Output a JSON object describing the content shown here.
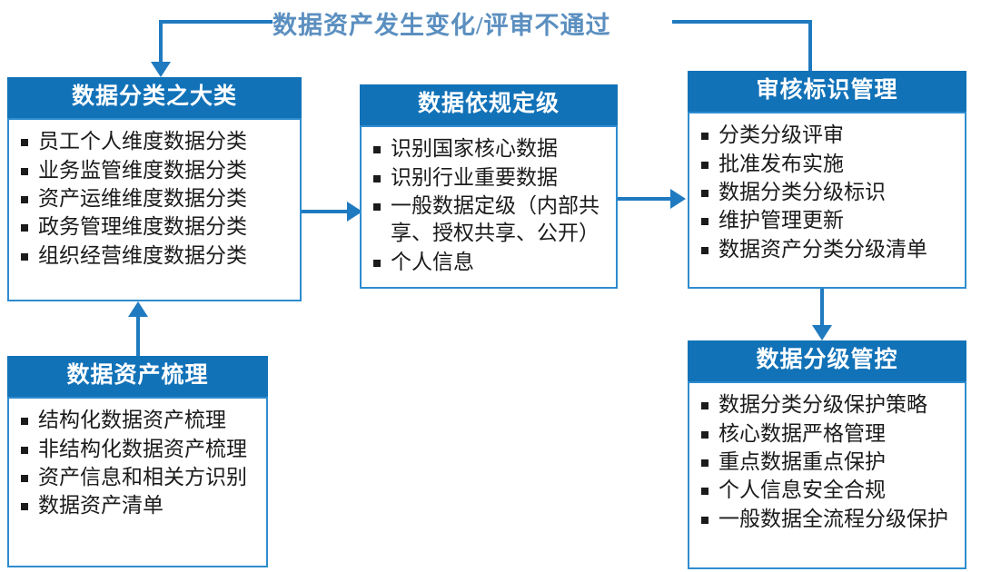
{
  "diagram": {
    "feedback_label": "数据资产发生变化/评审不通过",
    "colors": {
      "header_blue": "#1272b8",
      "border_blue": "#2e8ccf",
      "connector_blue": "#1f7ac0",
      "label_blue": "#5b8fc0",
      "body_text": "#1b1b1b",
      "background": "#ffffff"
    },
    "nodes": [
      {
        "id": "classify",
        "title": "数据分类之大类",
        "items": [
          "员工个人维度数据分类",
          "业务监管维度数据分类",
          "资产运维维度数据分类",
          "政务管理维度数据分类",
          "组织经营维度数据分类"
        ]
      },
      {
        "id": "grade",
        "title": "数据依规定级",
        "items": [
          "识别国家核心数据",
          "识别行业重要数据",
          "一般数据定级（内部共\n享、授权共享、公开）",
          "个人信息"
        ]
      },
      {
        "id": "audit",
        "title": "审核标识管理",
        "items": [
          "分类分级评审",
          "批准发布实施",
          "数据分类分级标识",
          "维护管理更新",
          "数据资产分类分级清单"
        ]
      },
      {
        "id": "inventory",
        "title": "数据资产梳理",
        "items": [
          "结构化数据资产梳理",
          "非结构化数据资产梳理",
          "资产信息和相关方识别",
          "数据资产清单"
        ]
      },
      {
        "id": "control",
        "title": "数据分级管控",
        "items": [
          "数据分类分级保护策略",
          "核心数据严格管理",
          "重点数据重点保护",
          "个人信息安全合规",
          "一般数据全流程分级保护"
        ]
      }
    ],
    "connectors": [
      {
        "id": "inventory-to-classify",
        "from": "inventory",
        "to": "classify",
        "direction": "up"
      },
      {
        "id": "classify-to-grade",
        "from": "classify",
        "to": "grade",
        "direction": "right"
      },
      {
        "id": "grade-to-audit",
        "from": "grade",
        "to": "audit",
        "direction": "right"
      },
      {
        "id": "audit-to-control",
        "from": "audit",
        "to": "control",
        "direction": "down"
      },
      {
        "id": "audit-to-classify-feedback",
        "from": "audit",
        "to": "classify",
        "direction": "loop"
      }
    ]
  }
}
